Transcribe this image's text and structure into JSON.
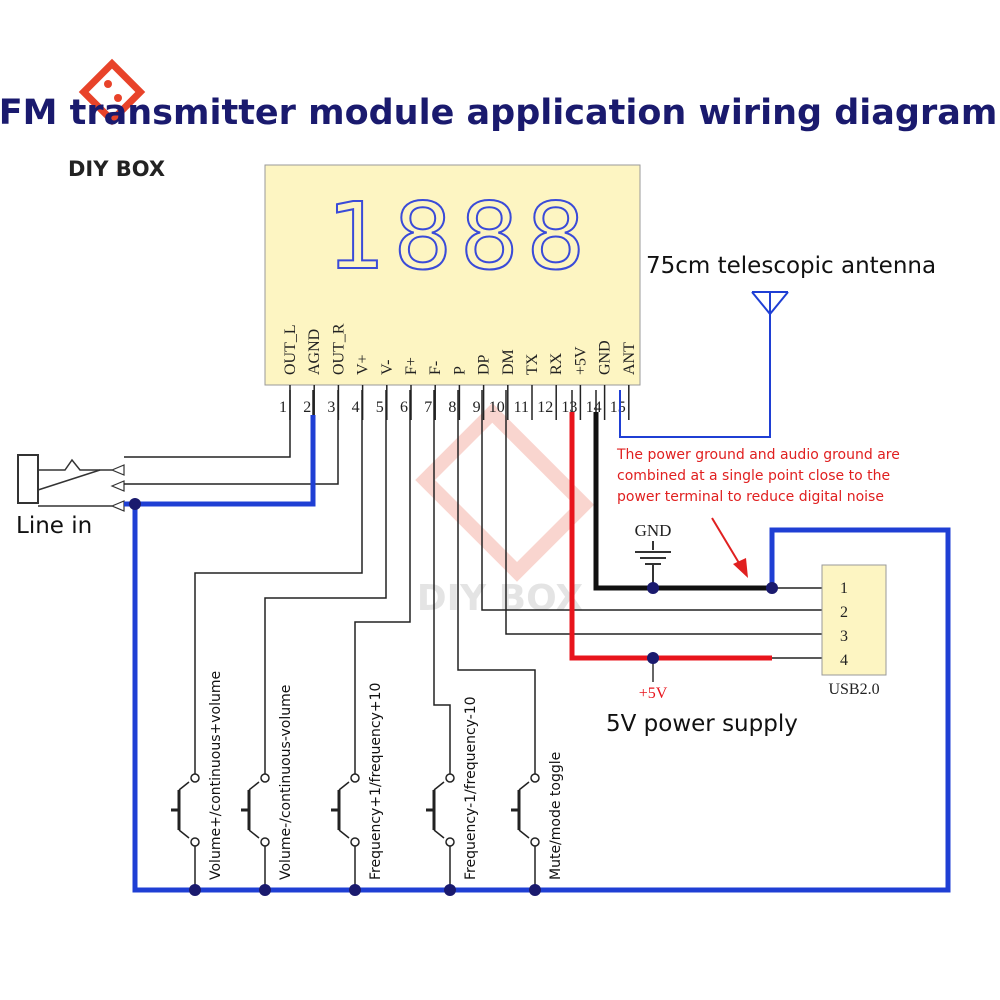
{
  "title": "FM transmitter module application wiring diagram",
  "logo": {
    "text": "DIY BOX",
    "color": "#e8432a"
  },
  "watermark": {
    "text": "DIY BOX"
  },
  "display": {
    "digits": "1888"
  },
  "pins": [
    {
      "num": "1",
      "label": "OUT_L"
    },
    {
      "num": "2",
      "label": "AGND"
    },
    {
      "num": "3",
      "label": "OUT_R"
    },
    {
      "num": "4",
      "label": "V+"
    },
    {
      "num": "5",
      "label": "V-"
    },
    {
      "num": "6",
      "label": "F+"
    },
    {
      "num": "7",
      "label": "F-"
    },
    {
      "num": "8",
      "label": "P"
    },
    {
      "num": "9",
      "label": "DP"
    },
    {
      "num": "10",
      "label": "DM"
    },
    {
      "num": "11",
      "label": "TX"
    },
    {
      "num": "12",
      "label": "RX"
    },
    {
      "num": "13",
      "label": "+5V"
    },
    {
      "num": "14",
      "label": "GND"
    },
    {
      "num": "15",
      "label": "ANT"
    }
  ],
  "antenna": {
    "label": "75cm telescopic antenna"
  },
  "line_in": {
    "label": "Line in"
  },
  "note": {
    "lines": [
      "The power ground and audio ground are",
      "combined at a single point close to the",
      "power terminal to reduce digital noise"
    ]
  },
  "gnd_label": "GND",
  "plus5v_label": "+5V",
  "usb": {
    "label": "USB2.0",
    "pins": [
      "1",
      "2",
      "3",
      "4"
    ]
  },
  "power_label": "5V power supply",
  "buttons": [
    {
      "label": "Volume+/continuous+volume"
    },
    {
      "label": "Volume-/continuous-volume"
    },
    {
      "label": "Frequency+1/frequency+10"
    },
    {
      "label": "Frequency-1/frequency-10"
    },
    {
      "label": "Mute/mode toggle"
    }
  ],
  "colors": {
    "blue_wire": "#1f3fd4",
    "red_wire": "#e8141c",
    "black_wire": "#111111",
    "module_fill": "#fdf5c2",
    "title_color": "#1a1a6e",
    "display_color": "#3a4bd8",
    "note_color": "#e02020"
  }
}
